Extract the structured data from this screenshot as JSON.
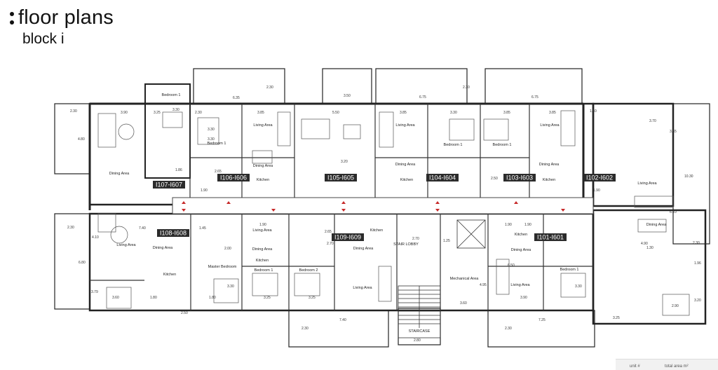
{
  "header": {
    "title": "floor plans",
    "subtitle": "block i"
  },
  "units": [
    {
      "id": "I107-I607"
    },
    {
      "id": "I106-I606"
    },
    {
      "id": "I105-I605"
    },
    {
      "id": "I104-I604"
    },
    {
      "id": "I103-I603"
    },
    {
      "id": "I102-I602"
    },
    {
      "id": "I108-I608"
    },
    {
      "id": "I109-I609"
    },
    {
      "id": "I101-I601"
    }
  ],
  "rooms": [
    {
      "label": "Bedroom 1"
    },
    {
      "label": "Bedroom 1"
    },
    {
      "label": "Living Area"
    },
    {
      "label": "Dining Area"
    },
    {
      "label": "Kitchen"
    },
    {
      "label": "Dining Area"
    },
    {
      "label": "Living Area"
    },
    {
      "label": "Dining Area"
    },
    {
      "label": "Kitchen"
    },
    {
      "label": "Bedroom 1"
    },
    {
      "label": "Living Area"
    },
    {
      "label": "Dining Area"
    },
    {
      "label": "Kitchen"
    },
    {
      "label": "Bedroom 1"
    },
    {
      "label": "Living Area"
    },
    {
      "label": "Dining Area"
    },
    {
      "label": "Kitchen"
    },
    {
      "label": "Living Area"
    },
    {
      "label": "Dining Area"
    },
    {
      "label": "Living Area"
    },
    {
      "label": "Dining Area"
    },
    {
      "label": "Kitchen"
    },
    {
      "label": "Master Bedroom"
    },
    {
      "label": "Bedroom 1"
    },
    {
      "label": "Bedroom 2"
    },
    {
      "label": "Kitchen"
    },
    {
      "label": "Dining Area"
    },
    {
      "label": "Living Area"
    },
    {
      "label": "STAIR LOBBY"
    },
    {
      "label": "STAIRCASE"
    },
    {
      "label": "Mechanical Area"
    },
    {
      "label": "Kitchen"
    },
    {
      "label": "Dining Area"
    },
    {
      "label": "Living Area"
    },
    {
      "label": "Bedroom 1"
    }
  ],
  "dimensions": [
    "2.30",
    "3.90",
    "3.25",
    "3.30",
    "2.30",
    "6.35",
    "2.30",
    "3.85",
    "3.50",
    "5.50",
    "6.75",
    "3.85",
    "3.30",
    "3.85",
    "2.30",
    "6.75",
    "3.85",
    "1.50",
    "4.80",
    "3.30",
    "3.70",
    "3.65",
    "1.86",
    "2.65",
    "3.20",
    "2.50",
    "1.90",
    "1.90",
    "10.30",
    "6.10",
    "7.40",
    "4.10",
    "1.45",
    "1.90",
    "2.65",
    "2.70",
    "1.25",
    "1.90",
    "6.80",
    "2.00",
    "2.70",
    "6.50",
    "4.95",
    "3.60",
    "3.90",
    "1.96",
    "3.79",
    "3.60",
    "1.80",
    "2.50",
    "3.30",
    "3.25",
    "3.25",
    "1.80",
    "7.40",
    "7.25",
    "3.25",
    "2.90",
    "3.20",
    "2.30",
    "2.30",
    "2.80",
    "2.30",
    "4.90",
    "2.30",
    "1.30",
    "1.90",
    "3.30",
    "3.30"
  ],
  "legend": {
    "col1": "unit #",
    "col2": "total area m²"
  }
}
